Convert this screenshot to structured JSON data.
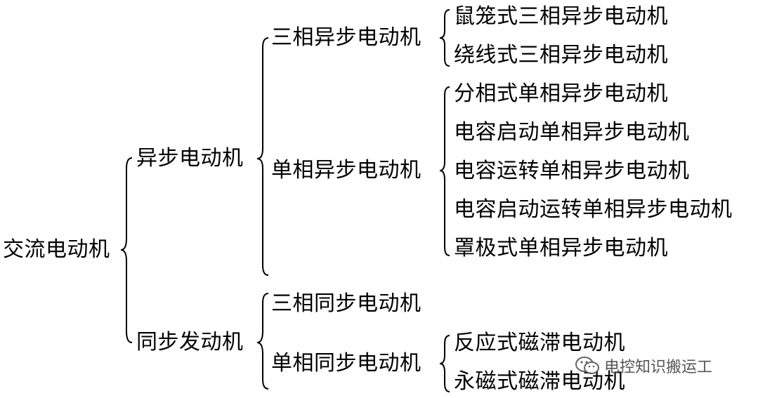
{
  "tree": {
    "root": "交流电动机",
    "level1": {
      "async": "异步电动机",
      "sync": "同步发动机"
    },
    "level2": {
      "three_phase_async": "三相异步电动机",
      "single_phase_async": "单相异步电动机",
      "three_phase_sync": "三相同步电动机",
      "single_phase_sync": "单相同步电动机"
    },
    "level3": {
      "three_phase_async_items": [
        "鼠笼式三相异步电动机",
        "绕线式三相异步电动机"
      ],
      "single_phase_async_items": [
        "分相式单相异步电动机",
        "电容启动单相异步电动机",
        "电容运转单相异步电动机",
        "电容启动运转单相异步电动机",
        "罩极式单相异步电动机"
      ],
      "single_phase_sync_items": [
        "反应式磁滞电动机",
        "永磁式磁滞电动机"
      ]
    }
  },
  "watermark": {
    "text": "电控知识搬运工",
    "icon": "wechat-icon"
  }
}
